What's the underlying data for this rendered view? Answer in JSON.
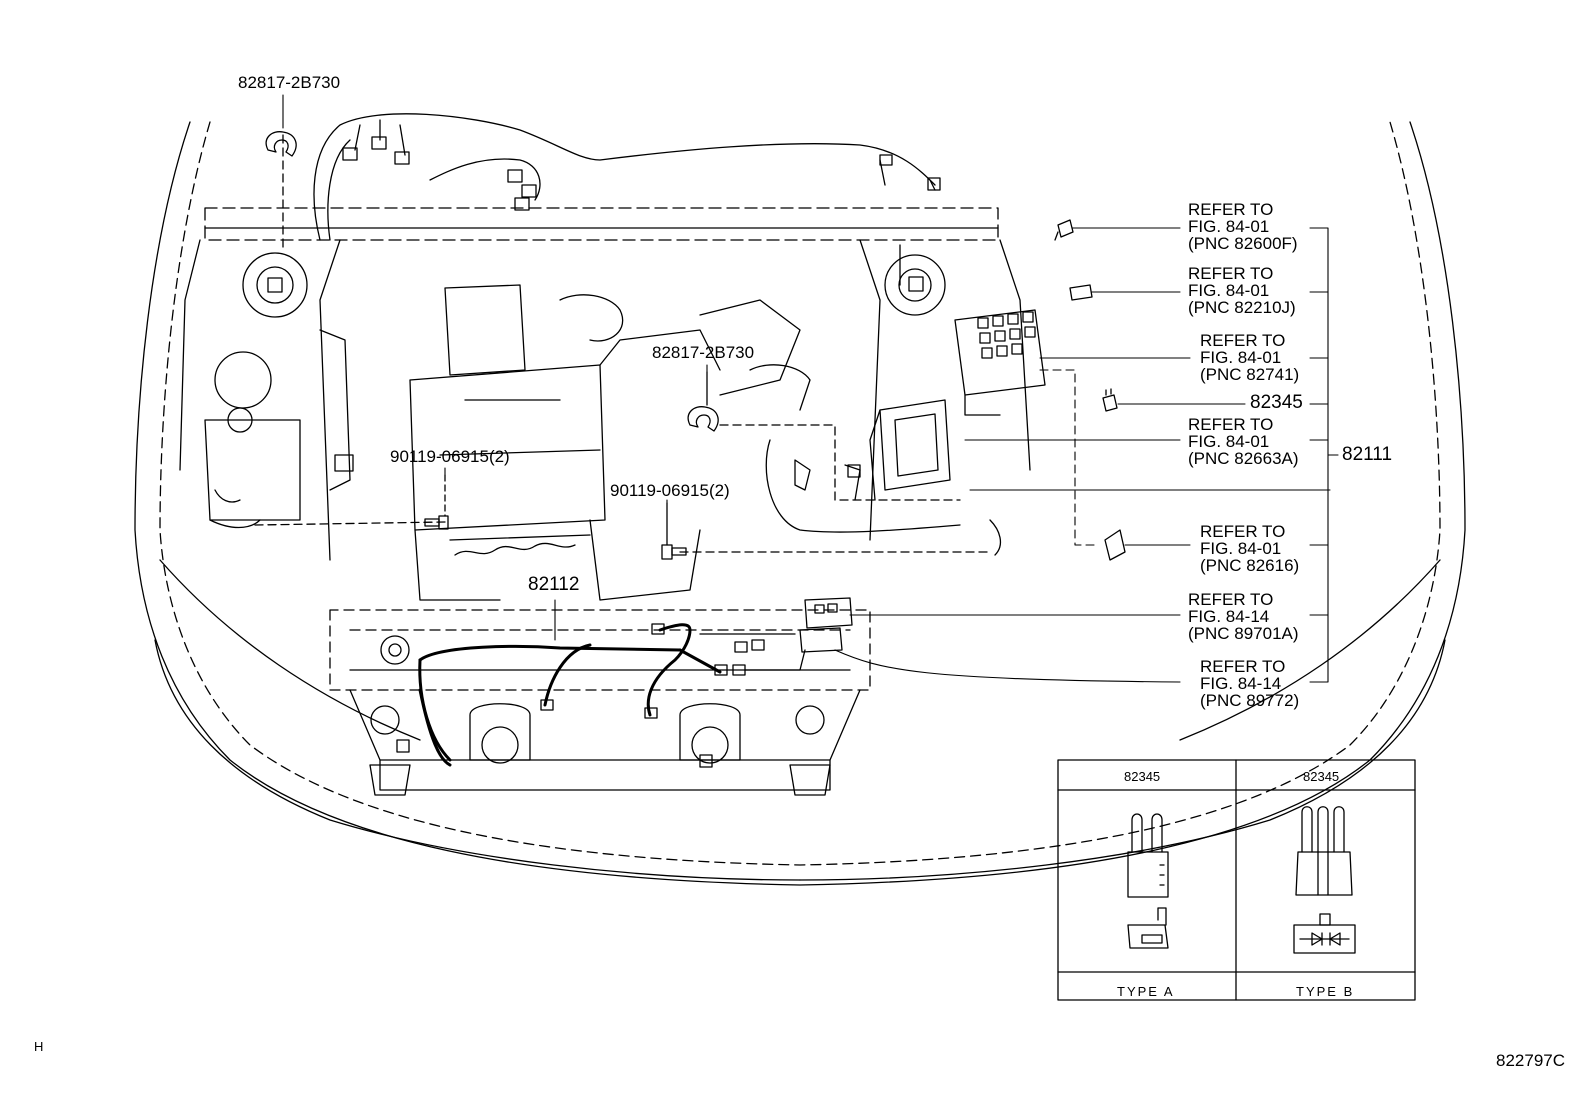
{
  "callouts": {
    "clip_top": "82817-2B730",
    "clip_mid": "82817-2B730",
    "bolt_left": "90119-06915(2)",
    "bolt_right": "90119-06915(2)",
    "harness_sub": "82112",
    "harness_main": "82111",
    "relay": "82345"
  },
  "references": [
    {
      "line1": "REFER TO",
      "line2": "FIG. 84-01",
      "line3": "(PNC 82600F)"
    },
    {
      "line1": "REFER TO",
      "line2": "FIG. 84-01",
      "line3": "(PNC 82210J)"
    },
    {
      "line1": "REFER TO",
      "line2": "FIG. 84-01",
      "line3": "(PNC 82741)"
    },
    {
      "line1": "REFER TO",
      "line2": "FIG. 84-01",
      "line3": "(PNC 82663A)"
    },
    {
      "line1": "REFER TO",
      "line2": "FIG. 84-01",
      "line3": "(PNC 82616)"
    },
    {
      "line1": "REFER TO",
      "line2": "FIG. 84-14",
      "line3": "(PNC 89701A)"
    },
    {
      "line1": "REFER TO",
      "line2": "FIG. 84-14",
      "line3": "(PNC 89772)"
    }
  ],
  "type_table": {
    "col_a_header": "82345",
    "col_b_header": "82345",
    "col_a_type": "TYPE A",
    "col_b_type": "TYPE B"
  },
  "footer": {
    "corner_letter": "H",
    "figure_code": "822797C"
  }
}
